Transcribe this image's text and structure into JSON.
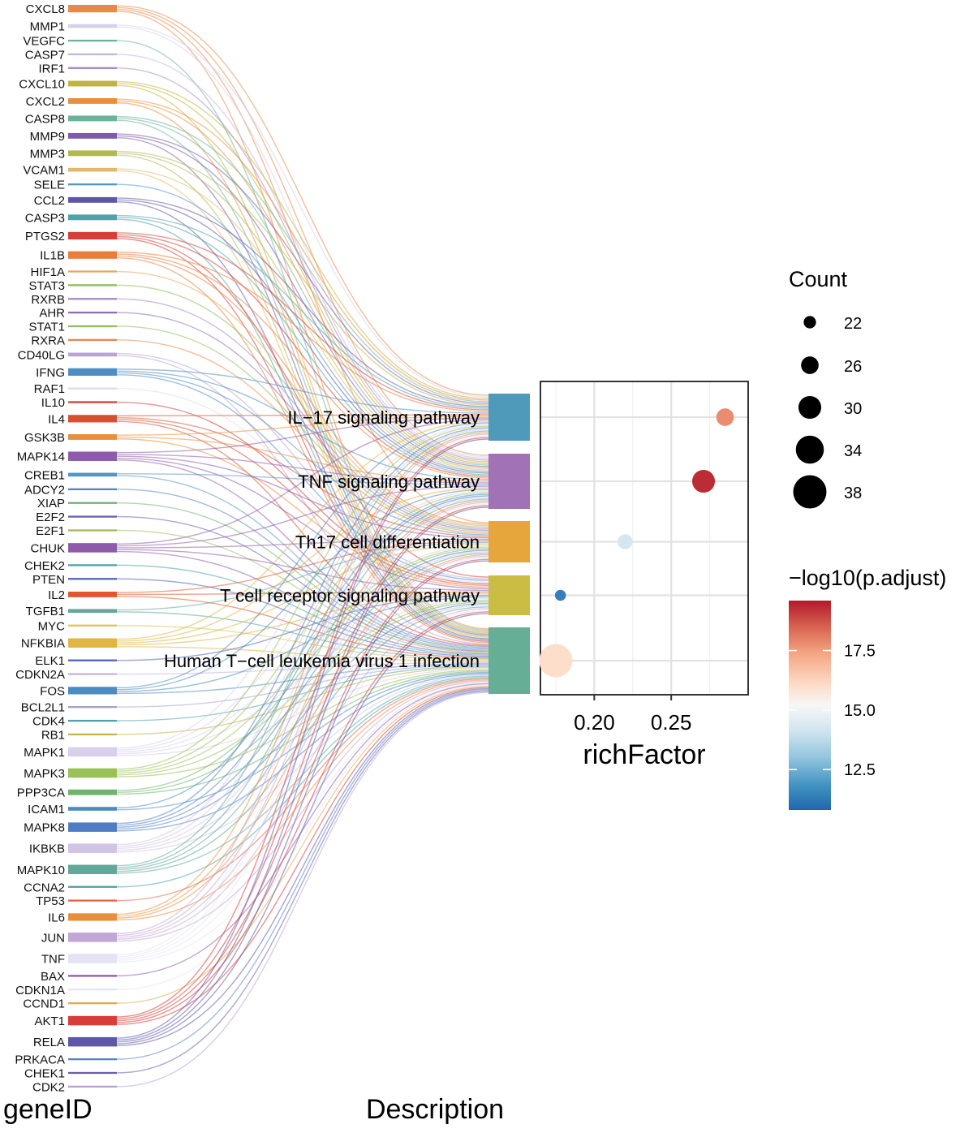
{
  "chart_data": {
    "type": "sankey-dotplot",
    "sankey": {
      "left_axis_title": "geneID",
      "right_axis_title": "Description",
      "genes": [
        {
          "name": "CXCL8",
          "color": "#E8894A",
          "pathways": [
            0,
            1,
            2,
            4
          ]
        },
        {
          "name": "MMP1",
          "color": "#D6D0EA",
          "pathways": [
            0,
            1
          ]
        },
        {
          "name": "VEGFC",
          "color": "#6BB39A",
          "pathways": [
            4
          ]
        },
        {
          "name": "CASP7",
          "color": "#C7B2DE",
          "pathways": [
            1
          ]
        },
        {
          "name": "IRF1",
          "color": "#A68BC4",
          "pathways": [
            1
          ]
        },
        {
          "name": "CXCL10",
          "color": "#C0B43E",
          "pathways": [
            0,
            1,
            4
          ]
        },
        {
          "name": "CXCL2",
          "color": "#E98F3C",
          "pathways": [
            0,
            1,
            4
          ]
        },
        {
          "name": "CASP8",
          "color": "#6BB39A",
          "pathways": [
            0,
            1,
            4
          ]
        },
        {
          "name": "MMP9",
          "color": "#7E5AA9",
          "pathways": [
            0,
            1,
            4
          ]
        },
        {
          "name": "MMP3",
          "color": "#B1B84E",
          "pathways": [
            0,
            1,
            4
          ]
        },
        {
          "name": "VCAM1",
          "color": "#E2B86A",
          "pathways": [
            1,
            4
          ]
        },
        {
          "name": "SELE",
          "color": "#5495C4",
          "pathways": [
            1
          ]
        },
        {
          "name": "CCL2",
          "color": "#5E57A8",
          "pathways": [
            0,
            1,
            4
          ]
        },
        {
          "name": "CASP3",
          "color": "#4EA3A8",
          "pathways": [
            0,
            1,
            4
          ]
        },
        {
          "name": "PTGS2",
          "color": "#D63E37",
          "pathways": [
            0,
            1,
            3,
            4
          ]
        },
        {
          "name": "IL1B",
          "color": "#E87E3A",
          "pathways": [
            0,
            1,
            2,
            4
          ]
        },
        {
          "name": "HIF1A",
          "color": "#E8A65A",
          "pathways": [
            2
          ]
        },
        {
          "name": "STAT3",
          "color": "#8DBE5C",
          "pathways": [
            2
          ]
        },
        {
          "name": "RXRB",
          "color": "#A68BC4",
          "pathways": [
            2
          ]
        },
        {
          "name": "AHR",
          "color": "#8E6FB3",
          "pathways": [
            2
          ]
        },
        {
          "name": "STAT1",
          "color": "#8DBE5C",
          "pathways": [
            2
          ]
        },
        {
          "name": "RXRA",
          "color": "#E8894A",
          "pathways": [
            2
          ]
        },
        {
          "name": "CD40LG",
          "color": "#B9A3D4",
          "pathways": [
            3,
            4
          ]
        },
        {
          "name": "IFNG",
          "color": "#4E8EC2",
          "pathways": [
            0,
            1,
            2,
            3
          ]
        },
        {
          "name": "RAF1",
          "color": "#E1D9EF",
          "pathways": [
            3
          ]
        },
        {
          "name": "IL10",
          "color": "#D63E37",
          "pathways": [
            3
          ]
        },
        {
          "name": "IL4",
          "color": "#D6502F",
          "pathways": [
            0,
            2,
            3,
            4
          ]
        },
        {
          "name": "GSK3B",
          "color": "#E98F3C",
          "pathways": [
            0,
            1,
            3
          ]
        },
        {
          "name": "MAPK14",
          "color": "#8E5BAA",
          "pathways": [
            0,
            1,
            2,
            3,
            4
          ]
        },
        {
          "name": "CREB1",
          "color": "#5495C4",
          "pathways": [
            1,
            4
          ]
        },
        {
          "name": "ADCY2",
          "color": "#5A7FC2",
          "pathways": [
            4
          ]
        },
        {
          "name": "XIAP",
          "color": "#6EB36E",
          "pathways": [
            4
          ]
        },
        {
          "name": "E2F2",
          "color": "#6B5FA8",
          "pathways": [
            4
          ]
        },
        {
          "name": "E2F1",
          "color": "#A6B85C",
          "pathways": [
            4
          ]
        },
        {
          "name": "CHUK",
          "color": "#8E5BAA",
          "pathways": [
            0,
            1,
            2,
            3,
            4
          ]
        },
        {
          "name": "CHEK2",
          "color": "#4EA3A8",
          "pathways": [
            4
          ]
        },
        {
          "name": "PTEN",
          "color": "#5065B8",
          "pathways": [
            4
          ]
        },
        {
          "name": "IL2",
          "color": "#E0572F",
          "pathways": [
            2,
            3,
            4
          ]
        },
        {
          "name": "TGFB1",
          "color": "#5FA89A",
          "pathways": [
            2,
            4
          ]
        },
        {
          "name": "MYC",
          "color": "#E1C25C",
          "pathways": [
            4
          ]
        },
        {
          "name": "NFKBIA",
          "color": "#E1B543",
          "pathways": [
            0,
            1,
            2,
            3,
            4
          ]
        },
        {
          "name": "ELK1",
          "color": "#5065B8",
          "pathways": [
            3
          ]
        },
        {
          "name": "CDKN2A",
          "color": "#C7B2DE",
          "pathways": [
            4
          ]
        },
        {
          "name": "FOS",
          "color": "#4A8BC0",
          "pathways": [
            0,
            1,
            3,
            4
          ]
        },
        {
          "name": "BCL2L1",
          "color": "#A7A0CF",
          "pathways": [
            4
          ]
        },
        {
          "name": "CDK4",
          "color": "#4EA3A8",
          "pathways": [
            4
          ]
        },
        {
          "name": "RB1",
          "color": "#C6B34A",
          "pathways": [
            4
          ]
        },
        {
          "name": "MAPK1",
          "color": "#D8D0EC",
          "pathways": [
            0,
            1,
            2,
            3,
            4
          ]
        },
        {
          "name": "MAPK3",
          "color": "#9AC156",
          "pathways": [
            0,
            1,
            2,
            3,
            4
          ]
        },
        {
          "name": "PPP3CA",
          "color": "#6EB36E",
          "pathways": [
            2,
            3,
            4
          ]
        },
        {
          "name": "ICAM1",
          "color": "#4A8BC0",
          "pathways": [
            1,
            4
          ]
        },
        {
          "name": "MAPK8",
          "color": "#4F7DC4",
          "pathways": [
            0,
            1,
            2,
            3,
            4
          ]
        },
        {
          "name": "IKBKB",
          "color": "#D2C4E4",
          "pathways": [
            0,
            1,
            2,
            3,
            4
          ]
        },
        {
          "name": "MAPK10",
          "color": "#5FA89A",
          "pathways": [
            0,
            1,
            2,
            3,
            4
          ]
        },
        {
          "name": "CCNA2",
          "color": "#4EA3A8",
          "pathways": [
            4
          ]
        },
        {
          "name": "TP53",
          "color": "#E0634A",
          "pathways": [
            4
          ]
        },
        {
          "name": "IL6",
          "color": "#E98F3C",
          "pathways": [
            0,
            1,
            2,
            4
          ]
        },
        {
          "name": "JUN",
          "color": "#C2A6D6",
          "pathways": [
            0,
            1,
            2,
            3,
            4
          ]
        },
        {
          "name": "TNF",
          "color": "#E3E3F3",
          "pathways": [
            0,
            1,
            2,
            3,
            4
          ]
        },
        {
          "name": "BAX",
          "color": "#8E5BAA",
          "pathways": [
            4
          ]
        },
        {
          "name": "CDKN1A",
          "color": "#E6E3EF",
          "pathways": [
            4
          ]
        },
        {
          "name": "CCND1",
          "color": "#E1A94A",
          "pathways": [
            4
          ]
        },
        {
          "name": "AKT1",
          "color": "#D63E37",
          "pathways": [
            0,
            1,
            2,
            3,
            4
          ]
        },
        {
          "name": "RELA",
          "color": "#5E57A8",
          "pathways": [
            0,
            1,
            2,
            3,
            4
          ]
        },
        {
          "name": "PRKACA",
          "color": "#5A7FC2",
          "pathways": [
            4
          ]
        },
        {
          "name": "CHEK1",
          "color": "#6B5FA8",
          "pathways": [
            4
          ]
        },
        {
          "name": "CDK2",
          "color": "#B9A3D4",
          "pathways": [
            4
          ]
        }
      ],
      "pathways": [
        {
          "name": "IL−17 signaling pathway",
          "color": "#4F9ABB"
        },
        {
          "name": "TNF signaling pathway",
          "color": "#A172B5"
        },
        {
          "name": "Th17 cell differentiation",
          "color": "#E5A63C"
        },
        {
          "name": "T cell receptor signaling pathway",
          "color": "#CBBC43"
        },
        {
          "name": "Human T−cell leukemia virus 1 infection",
          "color": "#66AE95"
        }
      ]
    },
    "dotplot": {
      "xlabel": "richFactor",
      "xticks": [
        "0.20",
        "0.25"
      ],
      "xtick_values": [
        0.2,
        0.25
      ],
      "xlim": [
        0.165,
        0.3
      ],
      "grid": true,
      "points": [
        {
          "pathway": "IL−17 signaling pathway",
          "richFactor": 0.285,
          "count": 26,
          "p_adjust_log10": 17.8
        },
        {
          "pathway": "TNF signaling pathway",
          "richFactor": 0.271,
          "count": 30,
          "p_adjust_log10": 19.3
        },
        {
          "pathway": "Th17 cell differentiation",
          "richFactor": 0.22,
          "count": 24,
          "p_adjust_log10": 14.2
        },
        {
          "pathway": "T cell receptor signaling pathway",
          "richFactor": 0.178,
          "count": 21,
          "p_adjust_log10": 11.4
        },
        {
          "pathway": "Human T−cell leukemia virus 1 infection",
          "richFactor": 0.175,
          "count": 38,
          "p_adjust_log10": 16.2
        }
      ]
    },
    "legend_count": {
      "title": "Count",
      "values": [
        "22",
        "26",
        "30",
        "34",
        "38"
      ]
    },
    "legend_color": {
      "title": "−log10(p.adjust)",
      "labels": [
        "17.5",
        "15.0",
        "12.5"
      ],
      "label_values": [
        17.5,
        15.0,
        12.5
      ],
      "range": [
        10.8,
        19.6
      ],
      "colors_high_to_low": [
        "#B2182B",
        "#D6604D",
        "#F4A582",
        "#FDDBC7",
        "#F7F7F7",
        "#D1E5F0",
        "#92C5DE",
        "#4393C3",
        "#2166AC"
      ]
    }
  }
}
